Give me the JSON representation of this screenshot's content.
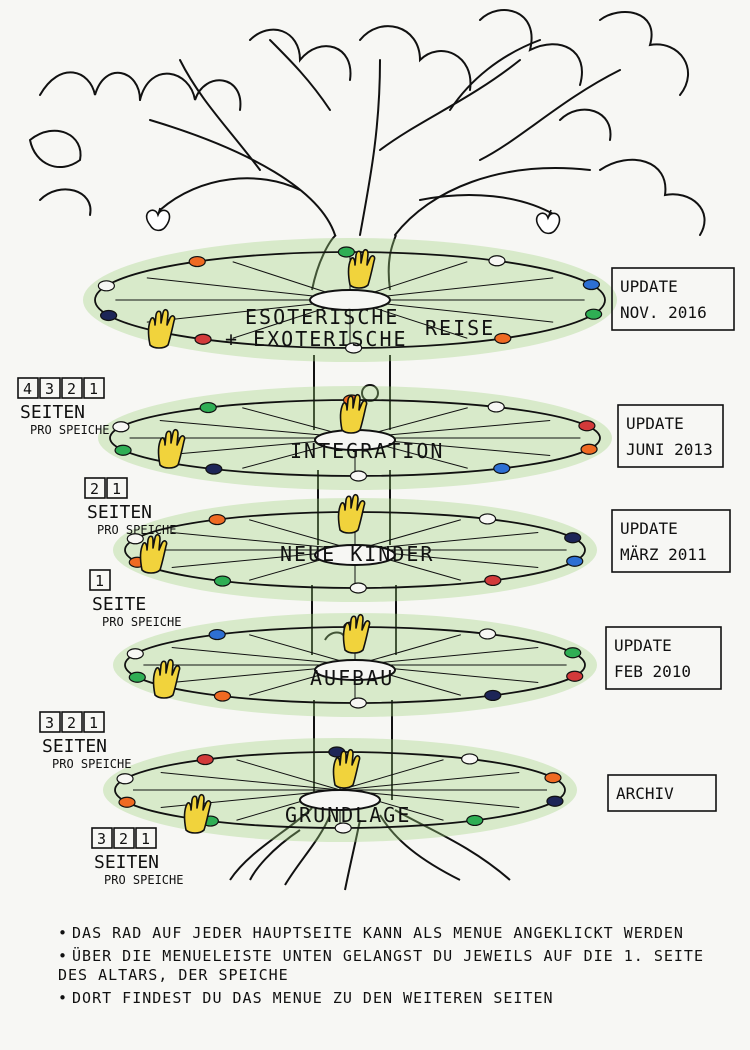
{
  "colors": {
    "ink": "#111111",
    "wheel_green": "#9fd17a",
    "hand_yellow": "#f1d33c",
    "dot_green": "#2fae54",
    "dot_orange": "#ef6a22",
    "dot_blue": "#2d6fd3",
    "dot_red": "#d23a3a",
    "dot_navy": "#1d2557"
  },
  "levels": [
    {
      "label_line1": "ESOTERISCHE",
      "label_line2": "+ EXOTERISCHE",
      "label_suffix": "REISE",
      "update_line1": "UPDATE",
      "update_line2": "NOV. 2016",
      "pages_numbers": [
        "4",
        "3",
        "2",
        "1"
      ],
      "pages_word": "SEITEN",
      "pages_sub": "PRO SPEICHE"
    },
    {
      "label_line1": "INTEGRATION",
      "update_line1": "UPDATE",
      "update_line2": "JUNI 2013",
      "pages_numbers": [
        "2",
        "1"
      ],
      "pages_word": "SEITEN",
      "pages_sub": "PRO SPEICHE"
    },
    {
      "label_line1": "NEUE KINDER",
      "update_line1": "UPDATE",
      "update_line2": "MÄRZ 2011",
      "pages_numbers": [
        "1"
      ],
      "pages_word": "SEITE",
      "pages_sub": "PRO SPEICHE"
    },
    {
      "label_line1": "AUFBAU",
      "update_line1": "UPDATE",
      "update_line2": "FEB 2010",
      "pages_numbers": [
        "3",
        "2",
        "1"
      ],
      "pages_word": "SEITEN",
      "pages_sub": "PRO SPEICHE"
    },
    {
      "label_line1": "GRUNDLAGE",
      "update_line1": "ARCHIV",
      "pages_numbers": [
        "3",
        "2",
        "1"
      ],
      "pages_word": "SEITEN",
      "pages_sub": "PRO SPEICHE"
    }
  ],
  "notes": [
    "DAS RAD AUF JEDER HAUPTSEITE KANN ALS MENUE ANGEKLICKT WERDEN",
    "ÜBER DIE MENUELEISTE UNTEN GELANGST DU JEWEILS AUF DIE 1. SEITE DES ALTARS, DER SPEICHE",
    "DORT FINDEST DU DAS MENUE ZU DEN WEITEREN SEITEN"
  ]
}
